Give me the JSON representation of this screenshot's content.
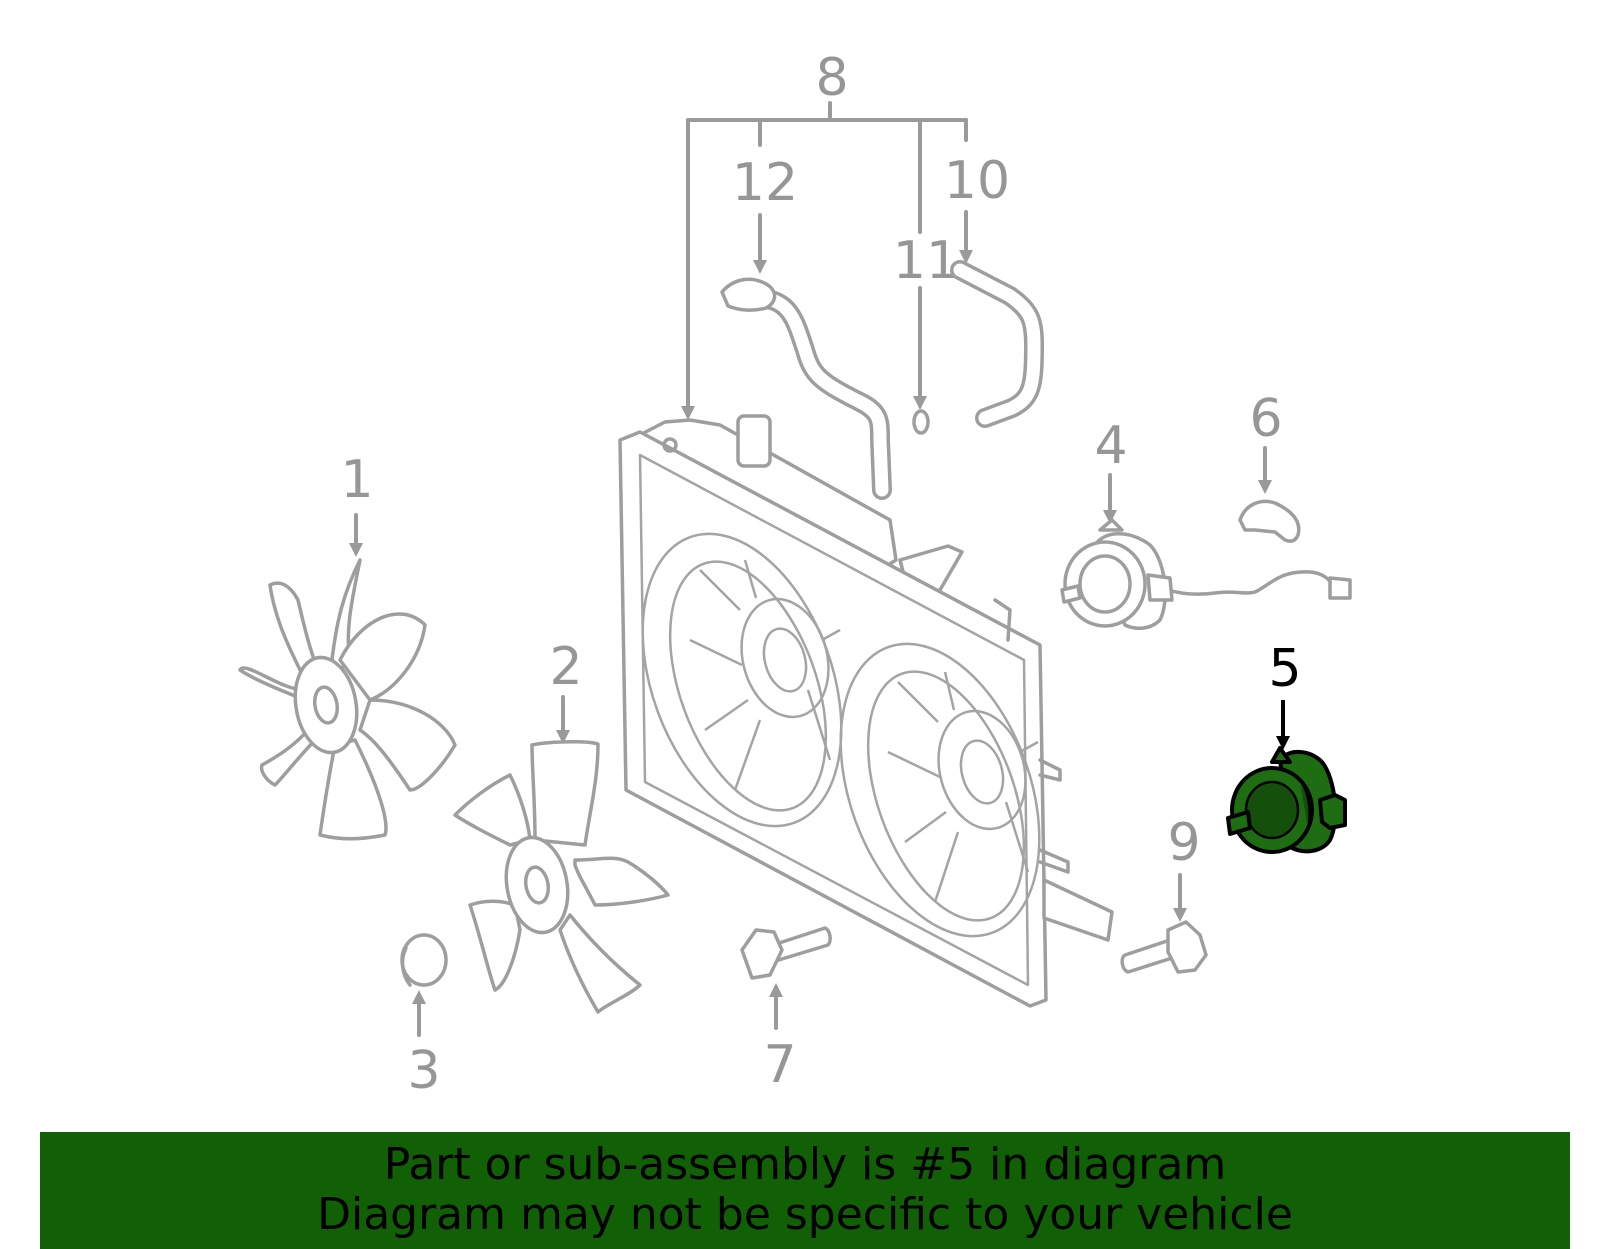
{
  "diagram": {
    "callouts": [
      {
        "id": "1",
        "label": "1"
      },
      {
        "id": "2",
        "label": "2"
      },
      {
        "id": "3",
        "label": "3"
      },
      {
        "id": "4",
        "label": "4"
      },
      {
        "id": "5",
        "label": "5",
        "highlighted": true
      },
      {
        "id": "6",
        "label": "6"
      },
      {
        "id": "7",
        "label": "7"
      },
      {
        "id": "8",
        "label": "8"
      },
      {
        "id": "9",
        "label": "9"
      },
      {
        "id": "10",
        "label": "10"
      },
      {
        "id": "11",
        "label": "11"
      },
      {
        "id": "12",
        "label": "12"
      }
    ],
    "highlight_color": "#1f6d12",
    "line_color": "#9a9a9a"
  },
  "banner": {
    "line1": "Part or sub-assembly is #5 in diagram",
    "line2": "Diagram may not be specific to your vehicle",
    "background": "#116006",
    "text_color": "#000000"
  }
}
